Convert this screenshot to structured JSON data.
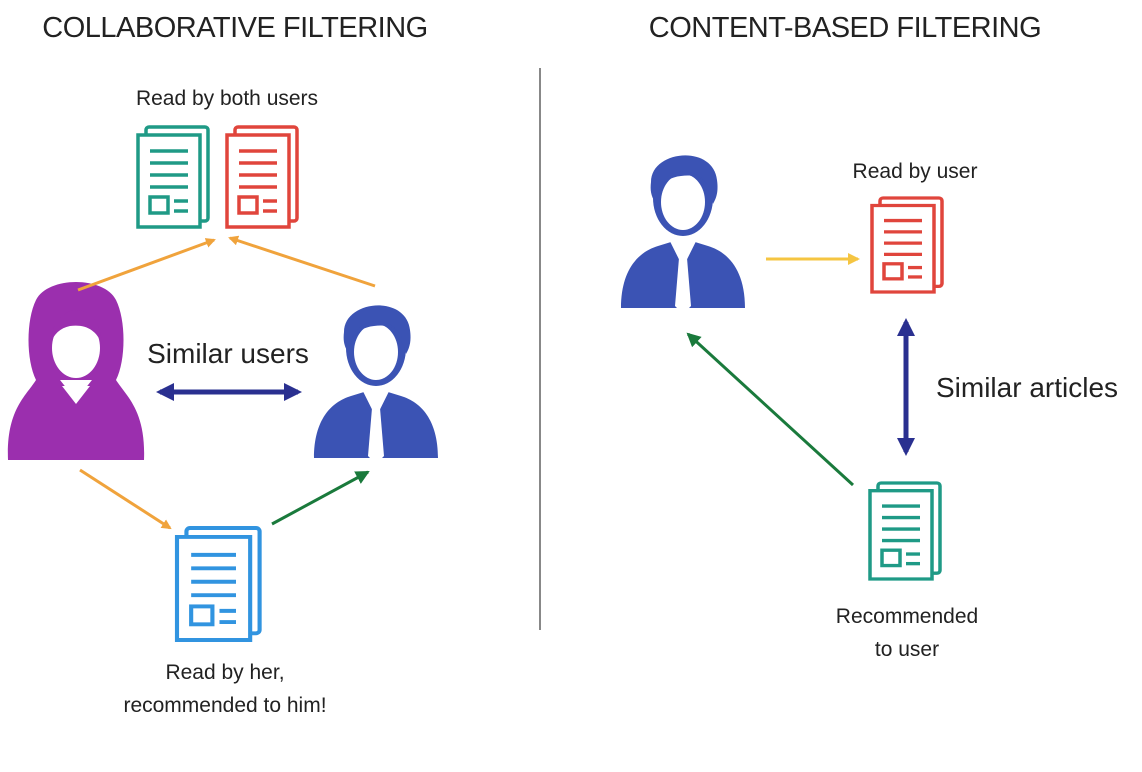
{
  "left_panel": {
    "title": "COLLABORATIVE FILTERING",
    "top_caption": "Read by both users",
    "similar_label": "Similar users",
    "bottom_caption_line1": "Read by her,",
    "bottom_caption_line2": "recommended to him!"
  },
  "right_panel": {
    "title": "CONTENT-BASED FILTERING",
    "read_caption": "Read by user",
    "similar_label": "Similar articles",
    "recommended_line1": "Recommended",
    "recommended_line2": "to user"
  },
  "colors": {
    "teal_doc": "#1f9a86",
    "red_doc": "#e0453c",
    "blue_doc": "#3194e0",
    "woman": "#9b2fae",
    "man": "#3b53b4",
    "orange_arrow": "#f0a33c",
    "yellow_arrow": "#f5c542",
    "green_arrow": "#1a7a3c",
    "navy_arrow": "#2a3090",
    "divider": "#888888"
  },
  "icons": {
    "document": "document-icon",
    "woman": "woman-user-icon",
    "man": "man-user-icon"
  }
}
